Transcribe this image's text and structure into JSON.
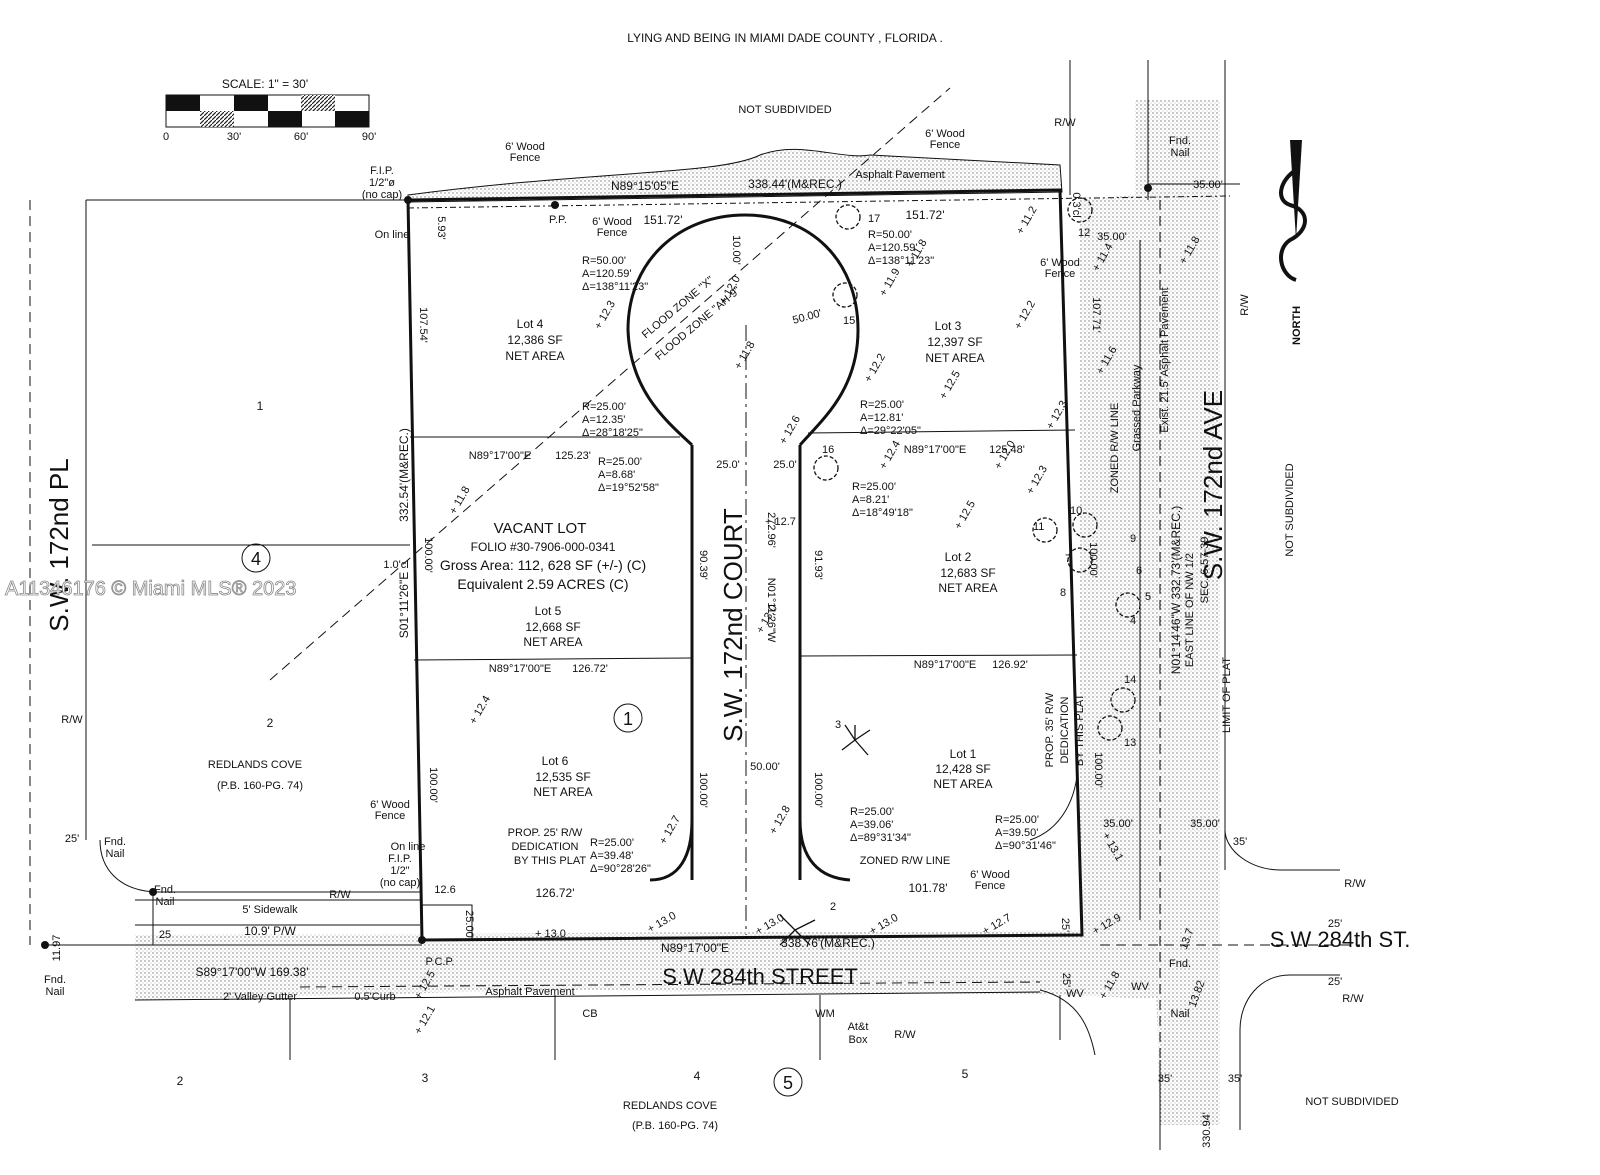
{
  "header": "LYING AND BEING IN MIAMI DADE COUNTY , FLORIDA .",
  "watermark": "A11346176 © Miami MLS® 2023",
  "scale": {
    "label": "SCALE: 1\" = 30'",
    "ticks": [
      "0",
      "30'",
      "60'",
      "90'"
    ]
  },
  "streets": {
    "sw172pl": "S.W. 172nd PL",
    "sw172ave": "S.W. 172nd AVE",
    "sw172court": "S.W. 172nd COURT",
    "sw284street": "S.W 284th STREET",
    "sw284st": "S.W 284th ST."
  },
  "vacant_lot": {
    "title": "VACANT LOT",
    "folio": "FOLIO #30-7906-000-0341",
    "gross": "Gross Area: 112, 628 SF (+/-) (C)",
    "equiv": "Equivalent 2.59 ACRES (C)"
  },
  "lots": [
    {
      "name": "Lot 1",
      "area": "12,428 SF",
      "net": "NET AREA"
    },
    {
      "name": "Lot 2",
      "area": "12,683 SF",
      "net": "NET AREA"
    },
    {
      "name": "Lot 3",
      "area": "12,397 SF",
      "net": "NET AREA"
    },
    {
      "name": "Lot 4",
      "area": "12,386 SF",
      "net": "NET AREA"
    },
    {
      "name": "Lot 5",
      "area": "12,668 SF",
      "net": "NET AREA"
    },
    {
      "name": "Lot 6",
      "area": "12,535 SF",
      "net": "NET AREA"
    }
  ],
  "labels": {
    "not_subdivided_top": "NOT SUBDIVIDED",
    "not_subdivided_right": "NOT SUBDIVIDED",
    "not_subdivided_br": "NOT SUBDIVIDED",
    "redlands_cove": "REDLANDS COVE",
    "pb160": "(P.B. 160-PG. 74)",
    "redlands_cove_b": "REDLANDS COVE",
    "pb160_b": "(P.B. 160-PG. 74)",
    "north": "NORTH",
    "asphalt_top": "Asphalt Pavement",
    "asphalt_bottom": "Asphalt Pavement",
    "asphalt_right": "Exist. 21.5' Asphalt Pavement",
    "grassed": "Grassed Parkway",
    "zoned_rw": "ZONED R/W LINE",
    "zoned_rw2": "ZONED R/W LINE",
    "east_line": "EAST LINE OF NW 1/2",
    "sec": "SEC. 6-57-39",
    "limit_plat": "LIMIT OF PLAT",
    "prop35_1": "PROP. 35' R/W",
    "prop35_2": "DEDICATION",
    "prop35_3": "BY THIS PLAT",
    "prop25_1": "PROP. 25' R/W",
    "prop25_2": "DEDICATION",
    "prop25_3": "BY THIS PLAT",
    "flood_x": "FLOOD ZONE \"X\"",
    "flood_ah": "FLOOD ZONE \"AH-9\"",
    "fip": "F.I.P.",
    "fip_size": "1/2\"ø",
    "fip_nocap": "(no cap)",
    "fip2": "F.I.P.",
    "fip2_size": "1/2\"",
    "fip2_nocap": "(no cap)",
    "on_line": "On line",
    "on_line2": "On line",
    "pp": "P.P.",
    "pcp": "P.C.P.",
    "sidewalk": "5' Sidewalk",
    "pw": "10.9' P/W",
    "valley": "2' Valley Gutter",
    "curb": "0.5'Curb",
    "cb": "CB",
    "wm": "WM",
    "att": "At&t",
    "box": "Box",
    "wv": "WV",
    "wv2": "WV",
    "fnd_nail": "Fnd.",
    "nail": "Nail",
    "wood_fence": "6' Wood",
    "fence": "Fence"
  },
  "bearings": {
    "top": "N89°15'05\"E",
    "top_dist": "338.44'(M&REC.)",
    "top_left": "151.72'",
    "top_right": "151.72'",
    "west": "S01°11'26\"E",
    "west_dist": "332.54'(M&REC.)",
    "east": "N01°14'46\"W  332.73'(M&REC.)",
    "bottom": "N89°17'00\"E",
    "bottom_dist": "338.76'(M&REC.)",
    "sw_bearing": "S89°17'00\"W 169.38'",
    "court": "N01°11'26\"W",
    "court_dist": "272.96'",
    "l4_5": "N89°17'00\"E",
    "l4_5d": "125.23'",
    "l3_2": "N89°17'00\"E",
    "l3_2d": "125.48'",
    "l5_6": "N89°17'00\"E",
    "l5_6d": "126.72'",
    "l2_1": "N89°17'00\"E",
    "l2_1d": "126.92'",
    "l6_b": "126.72'",
    "l1_b": "101.78'"
  },
  "curves": {
    "c1": [
      "R=50.00'",
      "A=120.59'",
      "Δ=138°11'23\""
    ],
    "c2": [
      "R=50.00'",
      "A=120.59'",
      "Δ=138°11'23\""
    ],
    "c3": [
      "R=25.00'",
      "A=12.35'",
      "Δ=28°18'25\""
    ],
    "c4": [
      "R=25.00'",
      "A=8.68'",
      "Δ=19°52'58\""
    ],
    "c5": [
      "R=25.00'",
      "A=12.81'",
      "Δ=29°22'05\""
    ],
    "c6": [
      "R=25.00'",
      "A=8.21'",
      "Δ=18°49'18\""
    ],
    "c7": [
      "R=25.00'",
      "A=39.48'",
      "Δ=90°28'26\""
    ],
    "c8": [
      "R=25.00'",
      "A=39.06'",
      "Δ=89°31'34\""
    ],
    "c9": [
      "R=25.00'",
      "A=39.50'",
      "Δ=90°31'46\""
    ]
  },
  "dims": {
    "d107_54": "107.54'",
    "d107_71": "107.71'",
    "d100_l": "100.00'",
    "d100_l2": "100.00'",
    "d90_39": "90.39'",
    "d91_93": "91.93'",
    "d100_c1": "100.00'",
    "d100_c2": "100.00'",
    "d100_r": "100.00'",
    "d100_r2": "100.00'",
    "d25a": "25.0'",
    "d25b": "25.0'",
    "d50": "50.00'",
    "d50r": "50.00'",
    "d10": "10.00'",
    "d35a": "35.00'",
    "d35b": "35.00'",
    "d35c": "35.00'",
    "d35d": "35.00'",
    "d25_00": "25.00'",
    "d25r": "25'",
    "d25r2": "25'",
    "d25r3": "25'",
    "d25bot": "25'",
    "d35bot1": "35'",
    "d35bot2": "35'",
    "d35r": "35'",
    "d25left": "25'",
    "d25left2": "25",
    "d11_97": "11.97",
    "d330": "330.94'",
    "d1cl": "1.0'cl",
    "d593": "5.93'",
    "d03": "0.3'cl",
    "d12_6": "12.6",
    "d13_7": "13.7",
    "d13_82": "13.82"
  },
  "elevations": [
    "+ 12.3",
    "+ 11.8",
    "+ 11.9",
    "+ 11.8",
    "+ 11.2",
    "+ 11.4",
    "+ 11.6",
    "+ 11.8",
    "+ 12.2",
    "+ 12.2",
    "+ 12.5",
    "+ 12.3",
    "+ 12.0",
    "+ 12.3",
    "+ 12.5",
    "+ 12.6",
    "+ 12.4",
    "+ 12.7",
    "+ 13.0",
    "+ 12.4",
    "+ 12.7",
    "+ 12.8",
    "+ 13.0",
    "+ 13.0",
    "+ 13.0",
    "+ 12.7",
    "+ 12.9",
    "+ 13.1",
    "+ 12.0",
    "+ 11.8",
    "+ 12.1",
    "+ 12.5",
    "+ 11.8",
    "+ 13.0"
  ],
  "circles": {
    "c1": "1",
    "c4": "4",
    "c5": "5"
  },
  "adjacent": {
    "a1": "1",
    "a2": "2",
    "b2": "2",
    "b3": "3",
    "b4": "4",
    "b5": "5"
  },
  "trees": [
    "17",
    "12",
    "15",
    "16",
    "10",
    "11",
    "9",
    "7",
    "6",
    "8",
    "5",
    "4",
    "14",
    "13",
    "3",
    "2"
  ],
  "row": "R/W"
}
